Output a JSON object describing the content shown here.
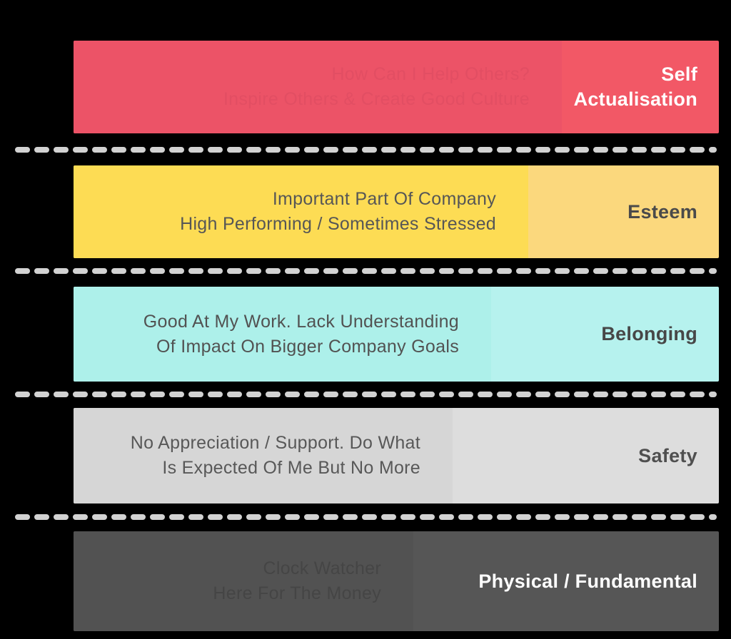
{
  "chart": {
    "background_color": "#000000",
    "separator_color": "#D2D2D2",
    "rows": [
      {
        "id": "self-actualisation",
        "label": "Self Actualisation",
        "desc1": "How Can I Help Others?",
        "desc2": "Inspire Others & Create Good Culture",
        "track_color": "#F25866",
        "value_color": "#EC5367",
        "desc_color": "#E24E63",
        "label_color": "#FFFFFF",
        "value_width": 684
      },
      {
        "id": "esteem",
        "label": "Esteem",
        "desc1": "Important Part Of Company",
        "desc2": "High Performing / Sometimes Stressed",
        "track_color": "#FBD87D",
        "value_color": "#FDDC54",
        "desc_color": "#565656",
        "label_color": "#4A4A4A",
        "value_width": 637
      },
      {
        "id": "belonging",
        "label": "Belonging",
        "desc1": "Good At My Work. Lack Understanding",
        "desc2": "Of Impact On Bigger Company Goals",
        "track_color": "#B6F2EE",
        "value_color": "#ADF0EA",
        "desc_color": "#525252",
        "label_color": "#474747",
        "value_width": 585
      },
      {
        "id": "safety",
        "label": "Safety",
        "desc1": "No Appreciation / Support. Do What",
        "desc2": "Is Expected Of Me But No More",
        "track_color": "#DDDDDD",
        "value_color": "#D6D6D6",
        "desc_color": "#585858",
        "label_color": "#4F4F4F",
        "value_width": 531
      },
      {
        "id": "physical-fundamental",
        "label": "Physical / Fundamental",
        "desc1": "Clock Watcher",
        "desc2": "Here For The Money",
        "track_color": "#565656",
        "value_color": "#525252",
        "desc_color": "#454545",
        "label_color": "#FFFFFF",
        "value_width": 476
      }
    ]
  }
}
